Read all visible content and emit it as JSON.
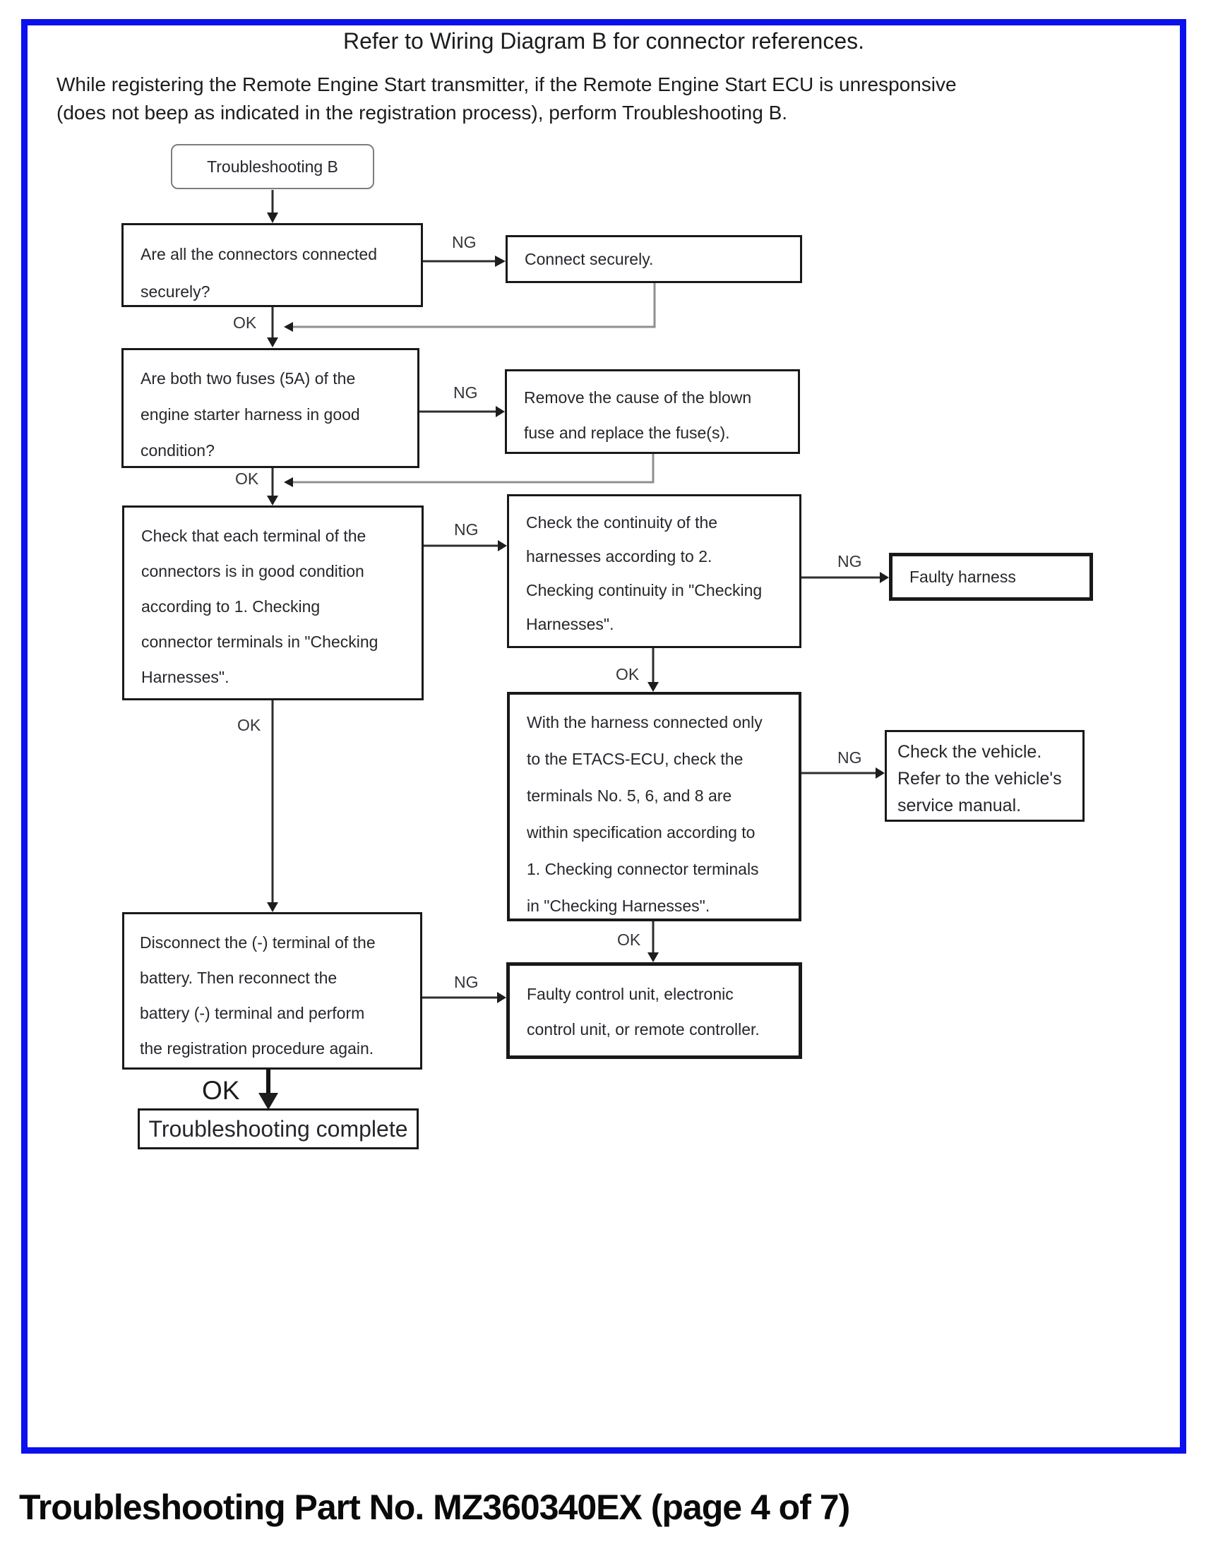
{
  "colors": {
    "frame_blue": "#0a10ee"
  },
  "page": {
    "title": "Refer to Wiring Diagram B for connector references.",
    "intro": "While registering the Remote Engine Start transmitter, if the Remote Engine Start ECU is unresponsive\n(does not beep as indicated in the registration process), perform Troubleshooting B.",
    "footer": "Troubleshooting Part No. MZ360340EX (page 4 of 7)"
  },
  "labels": {
    "ng": "NG",
    "ok": "OK"
  },
  "flowchart": {
    "start": "Troubleshooting B",
    "q1": "Are all the connectors connected\nsecurely?",
    "a1": "Connect securely.",
    "q2": "Are both two fuses (5A) of the\nengine starter harness in good\ncondition?",
    "a2": "Remove the cause of the blown\nfuse and replace the fuse(s).",
    "q3": "Check that each terminal of the\nconnectors is in good condition\naccording to 1. Checking\nconnector terminals in \"Checking\nHarnesses\".",
    "a3": "Check the continuity of the\nharnesses according to 2.\nChecking continuity in \"Checking\nHarnesses\".",
    "t1": "Faulty harness",
    "q4": "With the harness connected only\nto the ETACS-ECU, check the\nterminals No. 5, 6, and 8 are\nwithin specification according to\n1. Checking connector terminals\nin \"Checking Harnesses\".",
    "a4": "Check the vehicle.\nRefer to the vehicle's\nservice manual.",
    "q5": "Disconnect the (-) terminal of the\nbattery. Then reconnect the\nbattery (-) terminal and perform\nthe registration procedure again.",
    "t2": "Faulty control unit, electronic\ncontrol unit, or remote controller.",
    "end": "Troubleshooting complete"
  }
}
